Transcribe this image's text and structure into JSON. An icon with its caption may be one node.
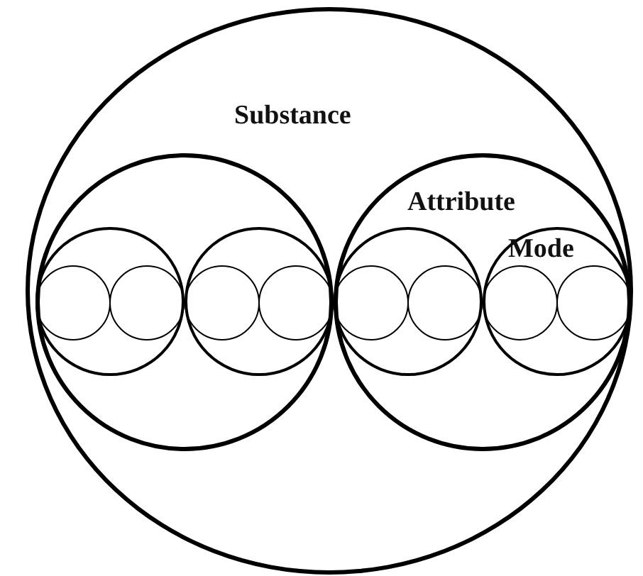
{
  "diagram": {
    "nodes": [
      {
        "text": [
          "Substance"
        ]
      },
      {
        "text": [],
        "shape": "circle",
        "in": 0
      },
      {
        "text": [],
        "shape": "circle",
        "in": 1
      },
      {
        "text": [],
        "shape": "circle",
        "in": 2
      },
      {
        "text": [],
        "shape": "circle",
        "in": 2
      },
      {
        "text": [],
        "shape": "circle",
        "in": 1
      },
      {
        "text": [],
        "shape": "circle",
        "in": 5
      },
      {
        "text": [],
        "shape": "circle",
        "in": 5
      },
      {
        "text": [
          "Attribute"
        ],
        "in": 0
      },
      {
        "text": [],
        "shape": "circle",
        "in": 8
      },
      {
        "text": [],
        "shape": "circle",
        "in": 9
      },
      {
        "text": [],
        "shape": "circle",
        "in": 9
      },
      {
        "text": [
          "Mode"
        ],
        "in": 8
      },
      {
        "text": [],
        "shape": "circle",
        "in": 12
      },
      {
        "text": [],
        "shape": "circle",
        "in": 12
      }
    ],
    "edges": []
  }
}
